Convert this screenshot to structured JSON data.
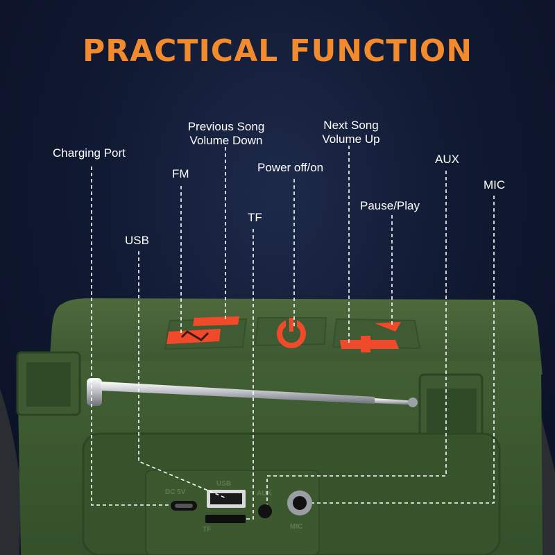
{
  "title": "PRACTICAL FUNCTION",
  "colors": {
    "title": "#f28a2e",
    "background": "#111a33",
    "body": "#3d5a30",
    "buttons": "#f04a2a",
    "leader_lines": "#ffffff"
  },
  "labels": {
    "charging_port": "Charging Port",
    "fm": "FM",
    "usb": "USB",
    "previous_song": "Previous Song",
    "volume_down": "Volume Down",
    "power": "Power off/on",
    "tf": "TF",
    "next_song": "Next Song",
    "volume_up": "Volume Up",
    "pause_play": "Pause/Play",
    "aux": "AUX",
    "mic": "MIC"
  },
  "panel_markings": {
    "dc": "DC 5V",
    "usb": "USB",
    "tf": "TF",
    "aux": "AUX",
    "mic": "MIC"
  },
  "buttons": [
    "fm-mode-button",
    "previous-volume-down-button",
    "power-button",
    "pause-play-button",
    "next-volume-up-button"
  ]
}
